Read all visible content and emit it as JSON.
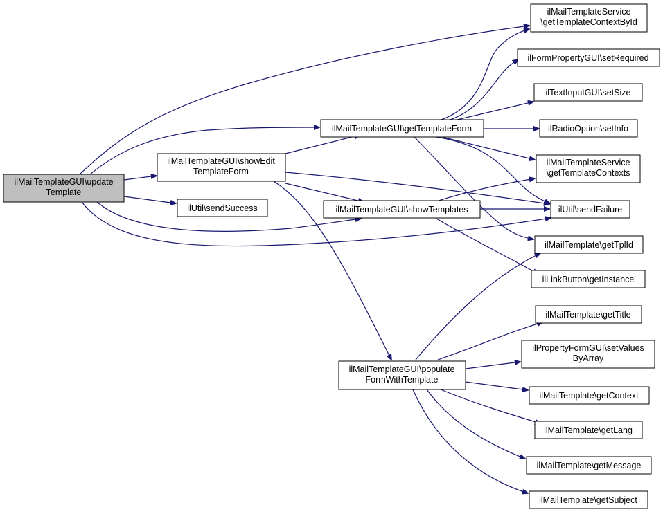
{
  "colors": {
    "edge": "#191970",
    "node_border": "#000000",
    "node_fill": "#ffffff",
    "root_fill": "#bfbfbf"
  },
  "nodes": {
    "update_template": {
      "lines": [
        "ilMailTemplateGUI\\update",
        "Template"
      ]
    },
    "show_edit_template_form": {
      "lines": [
        "ilMailTemplateGUI\\showEdit",
        "TemplateForm"
      ]
    },
    "send_success": {
      "lines": [
        "ilUtil\\sendSuccess"
      ]
    },
    "get_template_form": {
      "lines": [
        "ilMailTemplateGUI\\getTemplateForm"
      ]
    },
    "show_templates": {
      "lines": [
        "ilMailTemplateGUI\\showTemplates"
      ]
    },
    "populate_form_with_template": {
      "lines": [
        "ilMailTemplateGUI\\populate",
        "FormWithTemplate"
      ]
    },
    "get_template_context_by_id": {
      "lines": [
        "ilMailTemplateService",
        "\\getTemplateContextById"
      ]
    },
    "set_required": {
      "lines": [
        "ilFormPropertyGUI\\setRequired"
      ]
    },
    "set_size": {
      "lines": [
        "ilTextInputGUI\\setSize"
      ]
    },
    "set_info": {
      "lines": [
        "ilRadioOption\\setInfo"
      ]
    },
    "get_template_contexts": {
      "lines": [
        "ilMailTemplateService",
        "\\getTemplateContexts"
      ]
    },
    "send_failure": {
      "lines": [
        "ilUtil\\sendFailure"
      ]
    },
    "get_tpl_id": {
      "lines": [
        "ilMailTemplate\\getTplId"
      ]
    },
    "get_instance": {
      "lines": [
        "ilLinkButton\\getInstance"
      ]
    },
    "get_title": {
      "lines": [
        "ilMailTemplate\\getTitle"
      ]
    },
    "set_values_by_array": {
      "lines": [
        "ilPropertyFormGUI\\setValues",
        "ByArray"
      ]
    },
    "get_context": {
      "lines": [
        "ilMailTemplate\\getContext"
      ]
    },
    "get_lang": {
      "lines": [
        "ilMailTemplate\\getLang"
      ]
    },
    "get_message": {
      "lines": [
        "ilMailTemplate\\getMessage"
      ]
    },
    "get_subject": {
      "lines": [
        "ilMailTemplate\\getSubject"
      ]
    }
  },
  "edges": [
    [
      "update_template",
      "show_edit_template_form"
    ],
    [
      "update_template",
      "send_success"
    ],
    [
      "update_template",
      "get_template_context_by_id"
    ],
    [
      "update_template",
      "get_template_form"
    ],
    [
      "update_template",
      "show_templates"
    ],
    [
      "update_template",
      "send_failure"
    ],
    [
      "show_edit_template_form",
      "get_template_form"
    ],
    [
      "show_edit_template_form",
      "show_templates"
    ],
    [
      "show_edit_template_form",
      "send_failure"
    ],
    [
      "show_edit_template_form",
      "populate_form_with_template"
    ],
    [
      "get_template_form",
      "get_template_context_by_id"
    ],
    [
      "get_template_form",
      "set_required"
    ],
    [
      "get_template_form",
      "set_size"
    ],
    [
      "get_template_form",
      "set_info"
    ],
    [
      "get_template_form",
      "get_template_contexts"
    ],
    [
      "get_template_form",
      "send_failure"
    ],
    [
      "get_template_form",
      "get_tpl_id"
    ],
    [
      "show_templates",
      "get_template_contexts"
    ],
    [
      "show_templates",
      "send_failure"
    ],
    [
      "show_templates",
      "get_instance"
    ],
    [
      "populate_form_with_template",
      "get_tpl_id"
    ],
    [
      "populate_form_with_template",
      "get_title"
    ],
    [
      "populate_form_with_template",
      "set_values_by_array"
    ],
    [
      "populate_form_with_template",
      "get_context"
    ],
    [
      "populate_form_with_template",
      "get_lang"
    ],
    [
      "populate_form_with_template",
      "get_message"
    ],
    [
      "populate_form_with_template",
      "get_subject"
    ]
  ]
}
